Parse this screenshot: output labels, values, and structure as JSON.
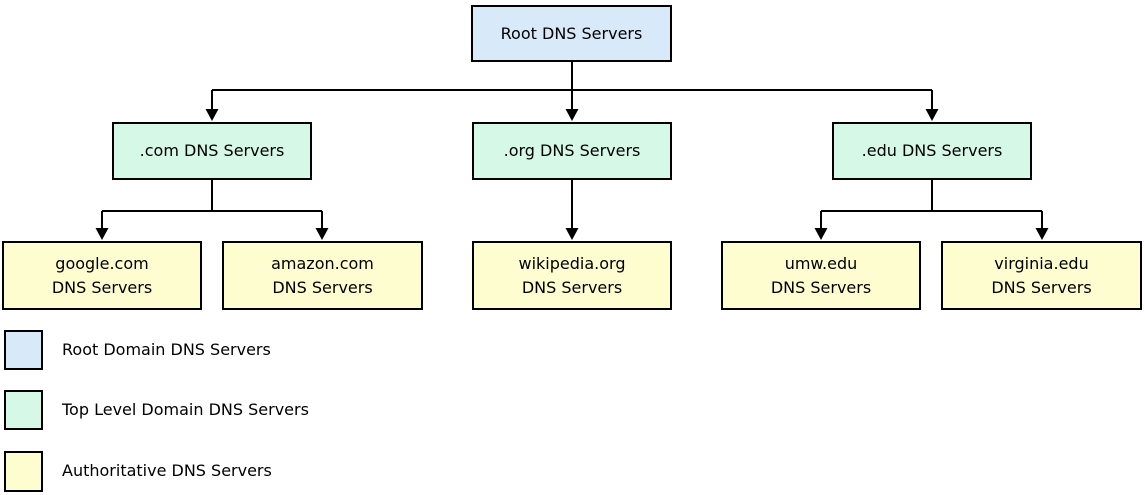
{
  "colors": {
    "root_domain": "#d8e9fa",
    "tld": "#d6f8e6",
    "authoritative": "#fdfdd0",
    "line": "#000000"
  },
  "nodes": {
    "root": {
      "label": "Root DNS Servers"
    },
    "com": {
      "label": ".com DNS Servers"
    },
    "org": {
      "label": ".org DNS Servers"
    },
    "edu": {
      "label": ".edu DNS Servers"
    },
    "google": {
      "line1": "google.com",
      "line2": "DNS Servers"
    },
    "amazon": {
      "line1": "amazon.com",
      "line2": "DNS Servers"
    },
    "wikipedia": {
      "line1": "wikipedia.org",
      "line2": "DNS Servers"
    },
    "umw": {
      "line1": "umw.edu",
      "line2": "DNS Servers"
    },
    "virginia": {
      "line1": "virginia.edu",
      "line2": "DNS Servers"
    }
  },
  "legend": [
    {
      "label": "Root Domain DNS Servers"
    },
    {
      "label": "Top Level Domain DNS Servers"
    },
    {
      "label": "Authoritative DNS Servers"
    }
  ]
}
